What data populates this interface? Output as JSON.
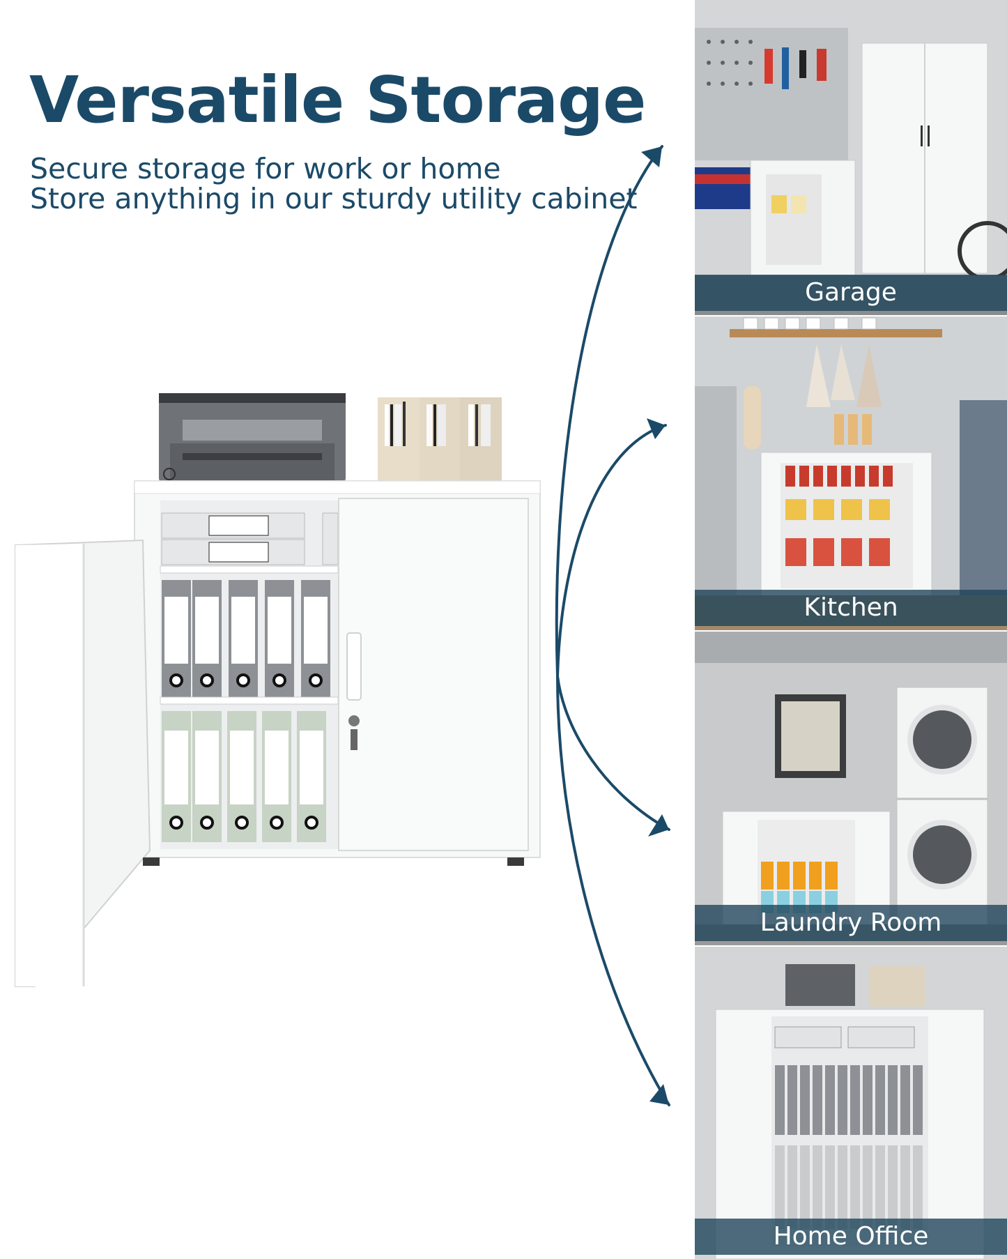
{
  "header": {
    "title": "Versatile Storage",
    "subtitle_line1": "Secure storage for work or home",
    "subtitle_line2": "Store anything in our sturdy utility cabinet"
  },
  "scenes": [
    {
      "id": "garage",
      "label": "Garage"
    },
    {
      "id": "kitchen",
      "label": "Kitchen"
    },
    {
      "id": "laundry",
      "label": "Laundry Room"
    },
    {
      "id": "office",
      "label": "Home Office"
    }
  ],
  "colors": {
    "brand": "#1b4a68",
    "label_band": "#1c4258",
    "cabinet": "#f7f8f8"
  }
}
